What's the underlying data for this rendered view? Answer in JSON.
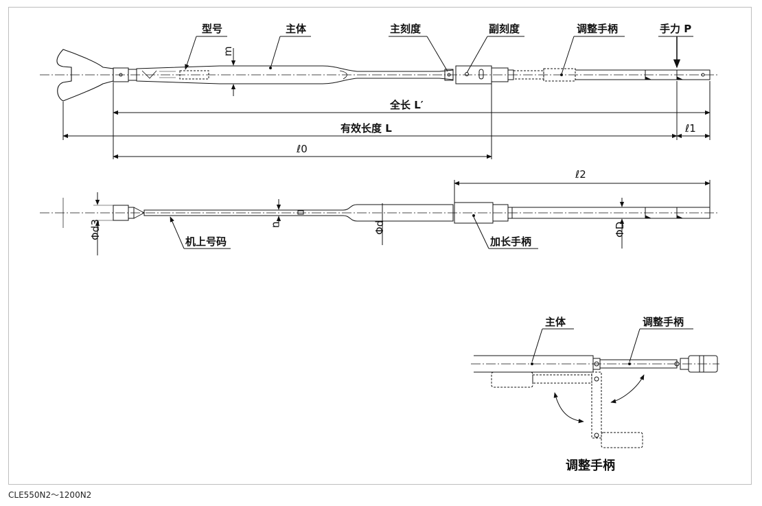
{
  "labels": {
    "model": "型号",
    "body": "主体",
    "main_scale": "主刻度",
    "sub_scale": "副刻度",
    "adjust_handle": "调整手柄",
    "hand_force": "手力 P",
    "total_length": "全长 L′",
    "effective_length": "有效长度 L",
    "l0": "ℓ0",
    "l1": "ℓ1",
    "l2": "ℓ2",
    "m": "m",
    "n": "n",
    "phi_d3": "Φd3",
    "phi_d": "Φd",
    "phi_D": "ΦD",
    "machine_number": "机上号码",
    "extension_handle": "加长手柄",
    "detail_body": "主体",
    "detail_adjust_handle": "调整手柄",
    "detail_title": "调整手柄"
  },
  "caption": "CLE550N2～1200N2"
}
